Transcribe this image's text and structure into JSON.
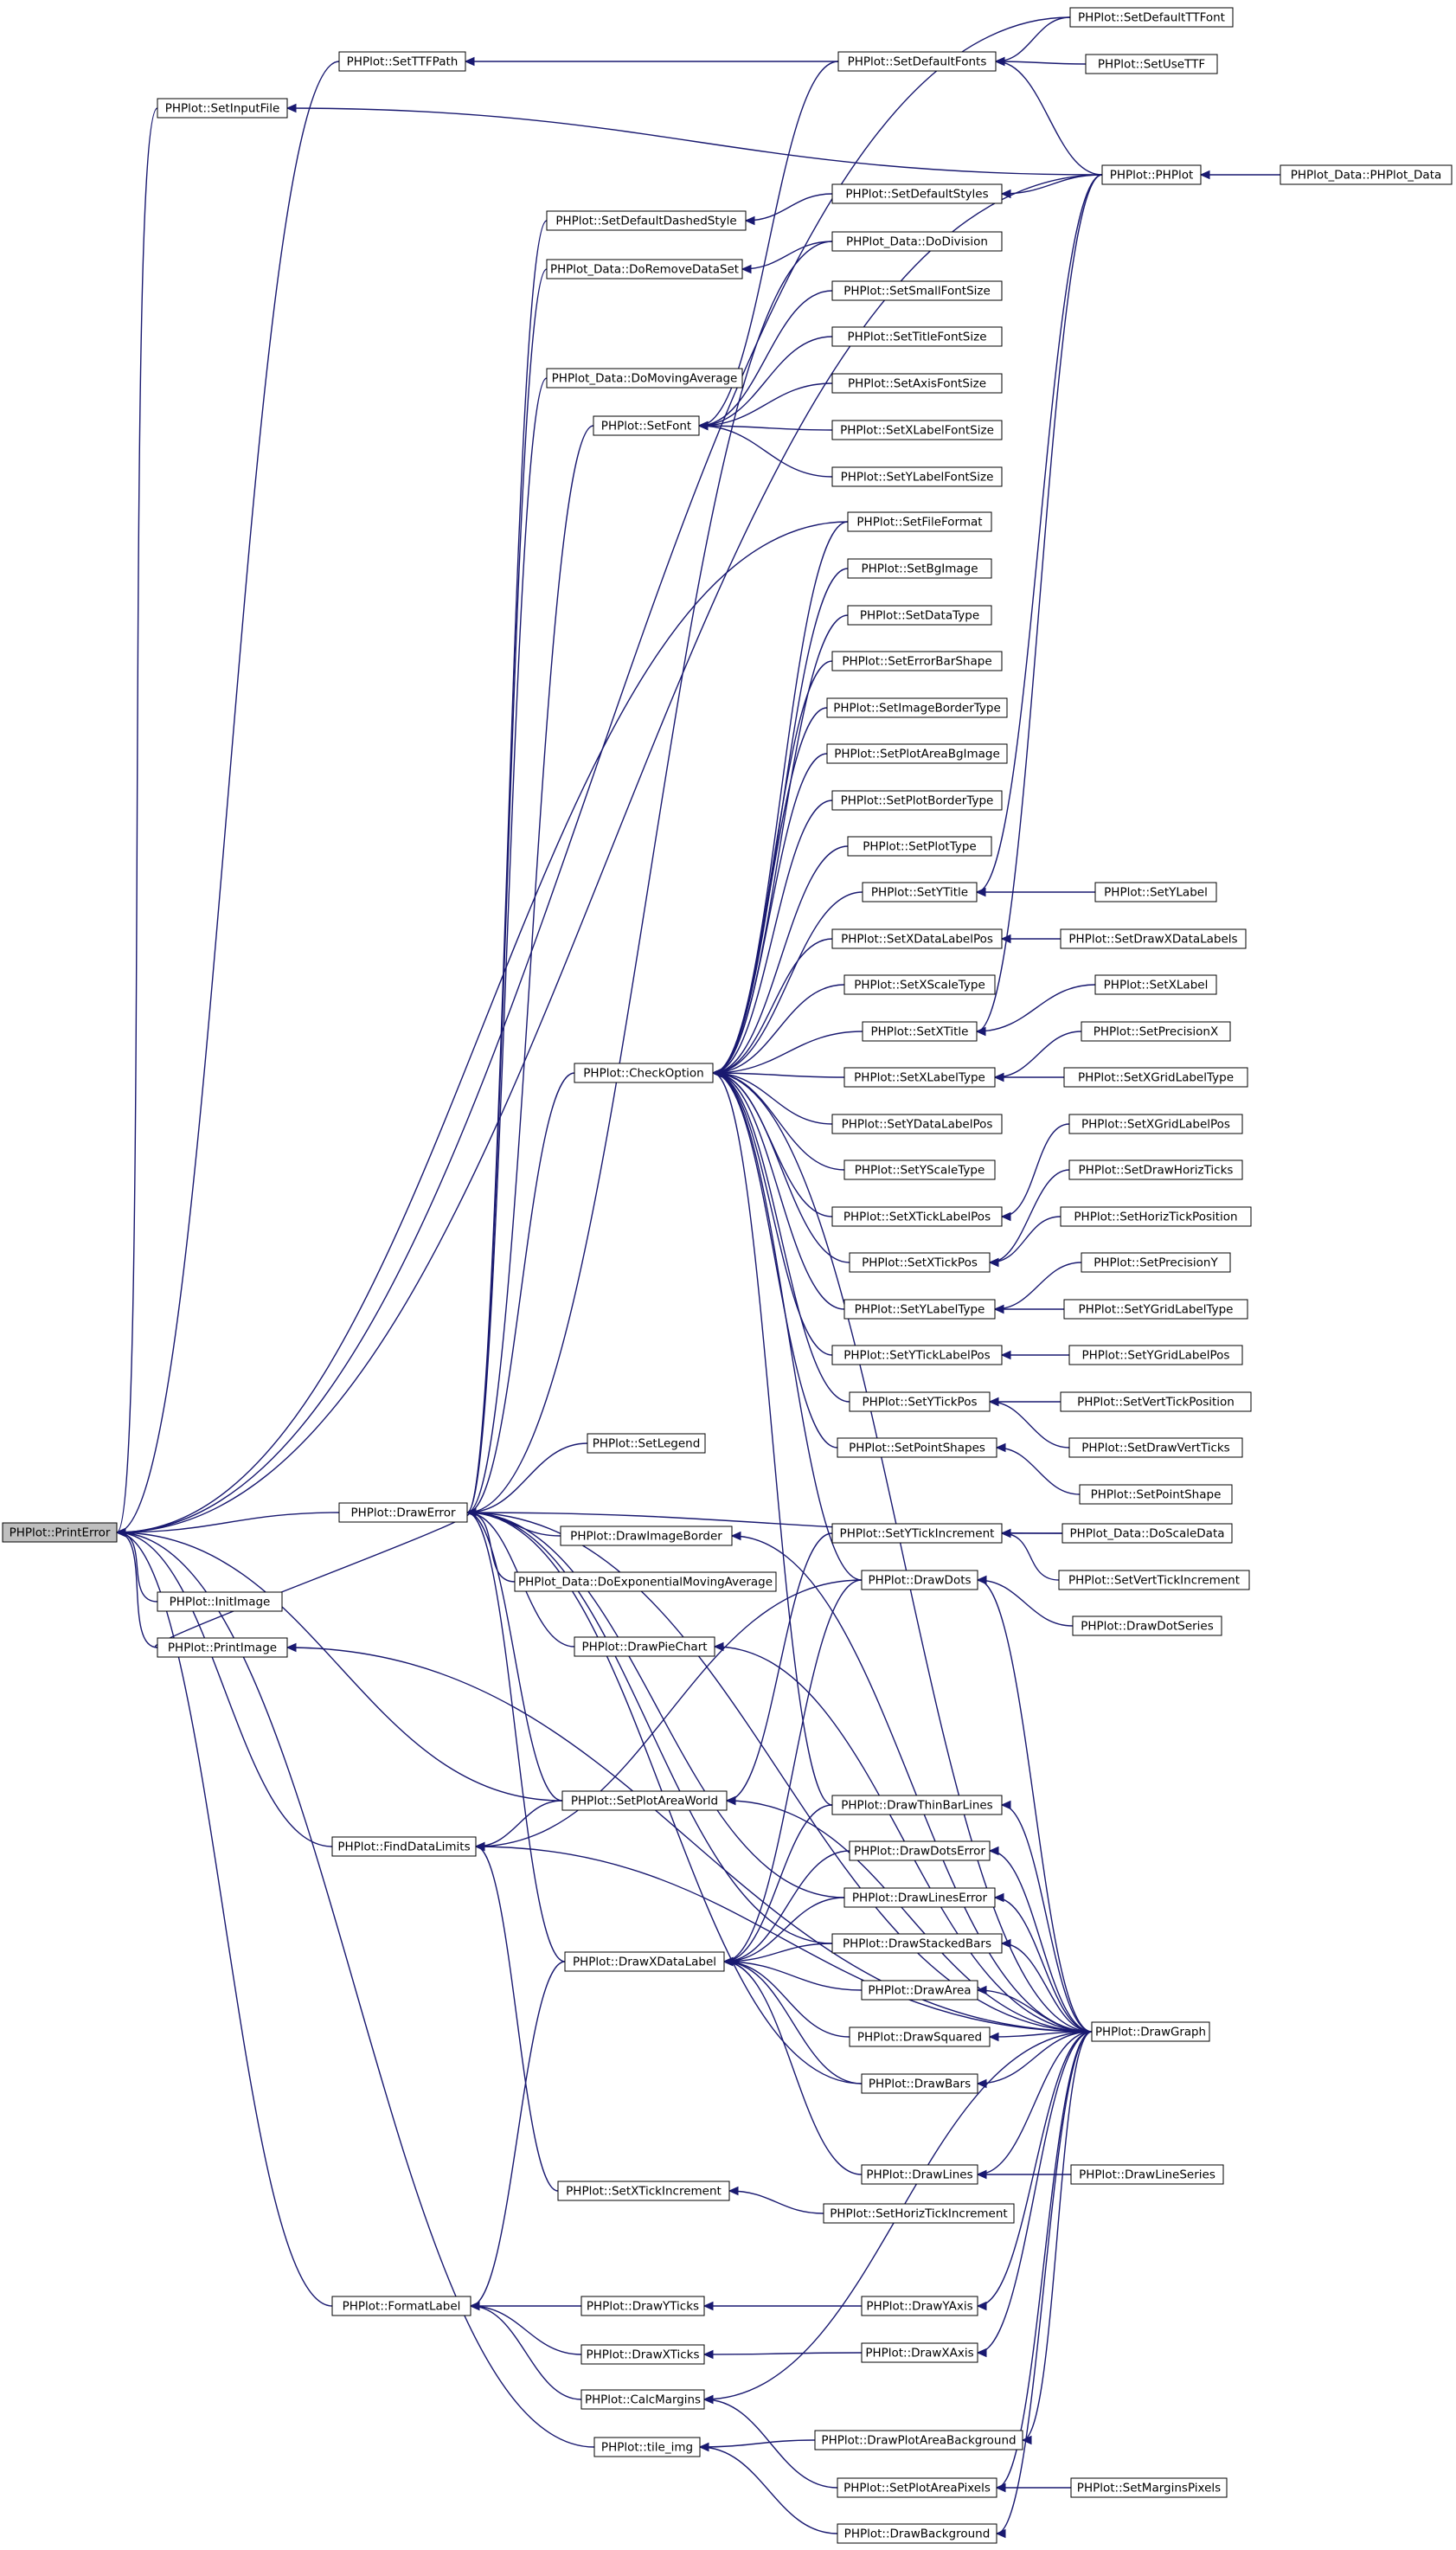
{
  "nodes": {
    "printerror": "PHPlot::PrintError",
    "setttfpath": "PHPlot::SetTTFPath",
    "setinputfile": "PHPlot::SetInputFile",
    "drawerror": "PHPlot::DrawError",
    "initimage": "PHPlot::InitImage",
    "printimage": "PHPlot::PrintImage",
    "finddatalimits": "PHPlot::FindDataLimits",
    "formatlabel": "PHPlot::FormatLabel",
    "setdefaultdashedstyle": "PHPlot::SetDefaultDashedStyle",
    "doremovedataset": "PHPlot_Data::DoRemoveDataSet",
    "domovingaverage": "PHPlot_Data::DoMovingAverage",
    "setfont": "PHPlot::SetFont",
    "checkoption": "PHPlot::CheckOption",
    "setlegend": "PHPlot::SetLegend",
    "drawimageborder": "PHPlot::DrawImageBorder",
    "doexpmovingaverage": "PHPlot_Data::DoExponentialMovingAverage",
    "drawpiechart": "PHPlot::DrawPieChart",
    "setplotareaworld": "PHPlot::SetPlotAreaWorld",
    "drawxdatalabel": "PHPlot::DrawXDataLabel",
    "setxtickincrement": "PHPlot::SetXTickIncrement",
    "drawyticks": "PHPlot::DrawYTicks",
    "drawxticks": "PHPlot::DrawXTicks",
    "calcmargins": "PHPlot::CalcMargins",
    "tileimg": "PHPlot::tile_img",
    "setdefaultfonts": "PHPlot::SetDefaultFonts",
    "setdefaultstyles": "PHPlot::SetDefaultStyles",
    "dodivision": "PHPlot_Data::DoDivision",
    "setsmallfontsize": "PHPlot::SetSmallFontSize",
    "settitlefontsize": "PHPlot::SetTitleFontSize",
    "setaxisfontsize": "PHPlot::SetAxisFontSize",
    "setxlabelfontsize": "PHPlot::SetXLabelFontSize",
    "setylabelfontsize": "PHPlot::SetYLabelFontSize",
    "setfileformat": "PHPlot::SetFileFormat",
    "setbgimage": "PHPlot::SetBgImage",
    "setdatatype": "PHPlot::SetDataType",
    "seterrorbarshape": "PHPlot::SetErrorBarShape",
    "setimagebordertype": "PHPlot::SetImageBorderType",
    "setplotareabgimage": "PHPlot::SetPlotAreaBgImage",
    "setplotbordertype": "PHPlot::SetPlotBorderType",
    "setplottype": "PHPlot::SetPlotType",
    "setytitle": "PHPlot::SetYTitle",
    "setxdatalabelpos": "PHPlot::SetXDataLabelPos",
    "setxscaletype": "PHPlot::SetXScaleType",
    "setxtitle": "PHPlot::SetXTitle",
    "setxlabeltype": "PHPlot::SetXLabelType",
    "setydatalabelpos": "PHPlot::SetYDataLabelPos",
    "setyscaletype": "PHPlot::SetYScaleType",
    "setxticklabelpos": "PHPlot::SetXTickLabelPos",
    "setxtickpos": "PHPlot::SetXTickPos",
    "setylabeltype": "PHPlot::SetYLabelType",
    "setyticklabelpos": "PHPlot::SetYTickLabelPos",
    "setytickpos": "PHPlot::SetYTickPos",
    "setpointshapes": "PHPlot::SetPointShapes",
    "setytickincrement": "PHPlot::SetYTickIncrement",
    "drawdots": "PHPlot::DrawDots",
    "drawthinbarlines": "PHPlot::DrawThinBarLines",
    "drawdotserror": "PHPlot::DrawDotsError",
    "drawlineserror": "PHPlot::DrawLinesError",
    "drawstackedbars": "PHPlot::DrawStackedBars",
    "drawarea": "PHPlot::DrawArea",
    "drawsquared": "PHPlot::DrawSquared",
    "drawbars": "PHPlot::DrawBars",
    "drawlines": "PHPlot::DrawLines",
    "sethoriztickincrement": "PHPlot::SetHorizTickIncrement",
    "drawyaxis": "PHPlot::DrawYAxis",
    "drawxaxis": "PHPlot::DrawXAxis",
    "drawplotareabackground": "PHPlot::DrawPlotAreaBackground",
    "setplotareapixels": "PHPlot::SetPlotAreaPixels",
    "drawbackground": "PHPlot::DrawBackground",
    "setdefaultttffont": "PHPlot::SetDefaultTTFont",
    "setusettf": "PHPlot::SetUseTTF",
    "phplot": "PHPlot::PHPlot",
    "setylabel": "PHPlot::SetYLabel",
    "setdrawxdatalabels": "PHPlot::SetDrawXDataLabels",
    "setxlabel": "PHPlot::SetXLabel",
    "setprecisionx": "PHPlot::SetPrecisionX",
    "setxgridlabeltype": "PHPlot::SetXGridLabelType",
    "setxgridlabelpos": "PHPlot::SetXGridLabelPos",
    "setdrawhorizticks": "PHPlot::SetDrawHorizTicks",
    "sethoriztickposition": "PHPlot::SetHorizTickPosition",
    "setprecisiony": "PHPlot::SetPrecisionY",
    "setygridlabeltype": "PHPlot::SetYGridLabelType",
    "setygridlabelpos": "PHPlot::SetYGridLabelPos",
    "setverttickposition": "PHPlot::SetVertTickPosition",
    "setdrawvertticks": "PHPlot::SetDrawVertTicks",
    "setpointshape": "PHPlot::SetPointShape",
    "doscaledata": "PHPlot_Data::DoScaleData",
    "setverttickincrement": "PHPlot::SetVertTickIncrement",
    "drawdotseries": "PHPlot::DrawDotSeries",
    "drawgraph": "PHPlot::DrawGraph",
    "drawlineseries": "PHPlot::DrawLineSeries",
    "setmarginspixels": "PHPlot::SetMarginsPixels",
    "phplotdata": "PHPlot_Data::PHPlot_Data"
  },
  "edges": [
    [
      "printerror",
      "setdefaultttffont"
    ],
    [
      "printerror",
      "setttfpath"
    ],
    [
      "printerror",
      "setinputfile"
    ],
    [
      "printerror",
      "phplot"
    ],
    [
      "printerror",
      "setfileformat"
    ],
    [
      "printerror",
      "drawerror"
    ],
    [
      "printerror",
      "initimage"
    ],
    [
      "printerror",
      "printimage"
    ],
    [
      "printerror",
      "setplotareaworld"
    ],
    [
      "printerror",
      "finddatalimits"
    ],
    [
      "printerror",
      "formatlabel"
    ],
    [
      "printerror",
      "tileimg"
    ],
    [
      "setttfpath",
      "setdefaultfonts"
    ],
    [
      "setinputfile",
      "phplot"
    ],
    [
      "setdefaultfonts",
      "setdefaultttffont"
    ],
    [
      "setdefaultfonts",
      "setusettf"
    ],
    [
      "setdefaultfonts",
      "phplot"
    ],
    [
      "phplot",
      "phplotdata"
    ],
    [
      "setdefaultstyles",
      "phplot"
    ],
    [
      "setdefaultdashedstyle",
      "setdefaultstyles"
    ],
    [
      "doremovedataset",
      "dodivision"
    ],
    [
      "setfont",
      "setdefaultfonts"
    ],
    [
      "setfont",
      "setsmallfontsize"
    ],
    [
      "setfont",
      "settitlefontsize"
    ],
    [
      "setfont",
      "setaxisfontsize"
    ],
    [
      "setfont",
      "setxlabelfontsize"
    ],
    [
      "setfont",
      "setylabelfontsize"
    ],
    [
      "drawerror",
      "setdefaultdashedstyle"
    ],
    [
      "drawerror",
      "doremovedataset"
    ],
    [
      "drawerror",
      "domovingaverage"
    ],
    [
      "drawerror",
      "setfont"
    ],
    [
      "drawerror",
      "checkoption"
    ],
    [
      "drawerror",
      "setlegend"
    ],
    [
      "drawerror",
      "drawimageborder"
    ],
    [
      "drawerror",
      "doexpmovingaverage"
    ],
    [
      "drawerror",
      "drawpiechart"
    ],
    [
      "drawerror",
      "setplotareaworld"
    ],
    [
      "drawerror",
      "drawgraph"
    ],
    [
      "drawerror",
      "doscaledata"
    ],
    [
      "drawerror",
      "dodivision"
    ],
    [
      "drawerror",
      "drawxdatalabel"
    ],
    [
      "drawerror",
      "drawbars"
    ],
    [
      "drawerror",
      "drawstackedbars"
    ],
    [
      "drawerror",
      "drawlineserror"
    ],
    [
      "drawerror",
      "printimage"
    ],
    [
      "checkoption",
      "setfileformat"
    ],
    [
      "checkoption",
      "setbgimage"
    ],
    [
      "checkoption",
      "setdatatype"
    ],
    [
      "checkoption",
      "seterrorbarshape"
    ],
    [
      "checkoption",
      "setimagebordertype"
    ],
    [
      "checkoption",
      "setplotareabgimage"
    ],
    [
      "checkoption",
      "setplotbordertype"
    ],
    [
      "checkoption",
      "setplottype"
    ],
    [
      "checkoption",
      "setytitle"
    ],
    [
      "checkoption",
      "setxdatalabelpos"
    ],
    [
      "checkoption",
      "setxscaletype"
    ],
    [
      "checkoption",
      "setxtitle"
    ],
    [
      "checkoption",
      "setxlabeltype"
    ],
    [
      "checkoption",
      "setydatalabelpos"
    ],
    [
      "checkoption",
      "setyscaletype"
    ],
    [
      "checkoption",
      "setxticklabelpos"
    ],
    [
      "checkoption",
      "setxtickpos"
    ],
    [
      "checkoption",
      "setylabeltype"
    ],
    [
      "checkoption",
      "setyticklabelpos"
    ],
    [
      "checkoption",
      "setytickpos"
    ],
    [
      "checkoption",
      "setpointshapes"
    ],
    [
      "checkoption",
      "drawdots"
    ],
    [
      "checkoption",
      "drawthinbarlines"
    ],
    [
      "checkoption",
      "drawgraph"
    ],
    [
      "setytitle",
      "setylabel"
    ],
    [
      "setytitle",
      "phplot"
    ],
    [
      "setxdatalabelpos",
      "setdrawxdatalabels"
    ],
    [
      "setxtitle",
      "setxlabel"
    ],
    [
      "setxtitle",
      "phplot"
    ],
    [
      "setxlabeltype",
      "setprecisionx"
    ],
    [
      "setxlabeltype",
      "setxgridlabeltype"
    ],
    [
      "setxticklabelpos",
      "setxgridlabelpos"
    ],
    [
      "setxtickpos",
      "setdrawhorizticks"
    ],
    [
      "setxtickpos",
      "sethoriztickposition"
    ],
    [
      "setylabeltype",
      "setprecisiony"
    ],
    [
      "setylabeltype",
      "setygridlabeltype"
    ],
    [
      "setyticklabelpos",
      "setygridlabelpos"
    ],
    [
      "setytickpos",
      "setverttickposition"
    ],
    [
      "setytickpos",
      "setdrawvertticks"
    ],
    [
      "setpointshapes",
      "setpointshape"
    ],
    [
      "setytickincrement",
      "doscaledata"
    ],
    [
      "setytickincrement",
      "setverttickincrement"
    ],
    [
      "drawdots",
      "drawdotseries"
    ],
    [
      "drawdots",
      "drawgraph"
    ],
    [
      "drawimageborder",
      "drawgraph"
    ],
    [
      "drawpiechart",
      "drawgraph"
    ],
    [
      "setplotareaworld",
      "setytickincrement"
    ],
    [
      "setplotareaworld",
      "drawgraph"
    ],
    [
      "finddatalimits",
      "setplotareaworld"
    ],
    [
      "finddatalimits",
      "drawdots"
    ],
    [
      "finddatalimits",
      "drawgraph"
    ],
    [
      "drawxdatalabel",
      "drawdots"
    ],
    [
      "drawxdatalabel",
      "drawthinbarlines"
    ],
    [
      "drawxdatalabel",
      "drawdotserror"
    ],
    [
      "drawxdatalabel",
      "drawlineserror"
    ],
    [
      "drawxdatalabel",
      "drawstackedbars"
    ],
    [
      "drawxdatalabel",
      "drawarea"
    ],
    [
      "drawxdatalabel",
      "drawsquared"
    ],
    [
      "drawxdatalabel",
      "drawbars"
    ],
    [
      "drawxdatalabel",
      "drawlines"
    ],
    [
      "drawthinbarlines",
      "drawgraph"
    ],
    [
      "drawdotserror",
      "drawgraph"
    ],
    [
      "drawlineserror",
      "drawgraph"
    ],
    [
      "drawstackedbars",
      "drawgraph"
    ],
    [
      "drawarea",
      "drawgraph"
    ],
    [
      "drawsquared",
      "drawgraph"
    ],
    [
      "drawbars",
      "drawgraph"
    ],
    [
      "drawlines",
      "drawgraph"
    ],
    [
      "drawlines",
      "drawlineseries"
    ],
    [
      "setxtickincrement",
      "sethoriztickincrement"
    ],
    [
      "finddatalimits",
      "setxtickincrement"
    ],
    [
      "printimage",
      "drawgraph"
    ],
    [
      "formatlabel",
      "drawxdatalabel"
    ],
    [
      "formatlabel",
      "drawyticks"
    ],
    [
      "formatlabel",
      "drawxticks"
    ],
    [
      "formatlabel",
      "calcmargins"
    ],
    [
      "drawyticks",
      "drawyaxis"
    ],
    [
      "drawxticks",
      "drawxaxis"
    ],
    [
      "drawyaxis",
      "drawgraph"
    ],
    [
      "drawxaxis",
      "drawgraph"
    ],
    [
      "calcmargins",
      "drawgraph"
    ],
    [
      "calcmargins",
      "setplotareapixels"
    ],
    [
      "tileimg",
      "drawplotareabackground"
    ],
    [
      "tileimg",
      "drawbackground"
    ],
    [
      "drawplotareabackground",
      "drawgraph"
    ],
    [
      "setplotareapixels",
      "drawgraph"
    ],
    [
      "setplotareapixels",
      "setmarginspixels"
    ],
    [
      "drawbackground",
      "drawgraph"
    ]
  ]
}
